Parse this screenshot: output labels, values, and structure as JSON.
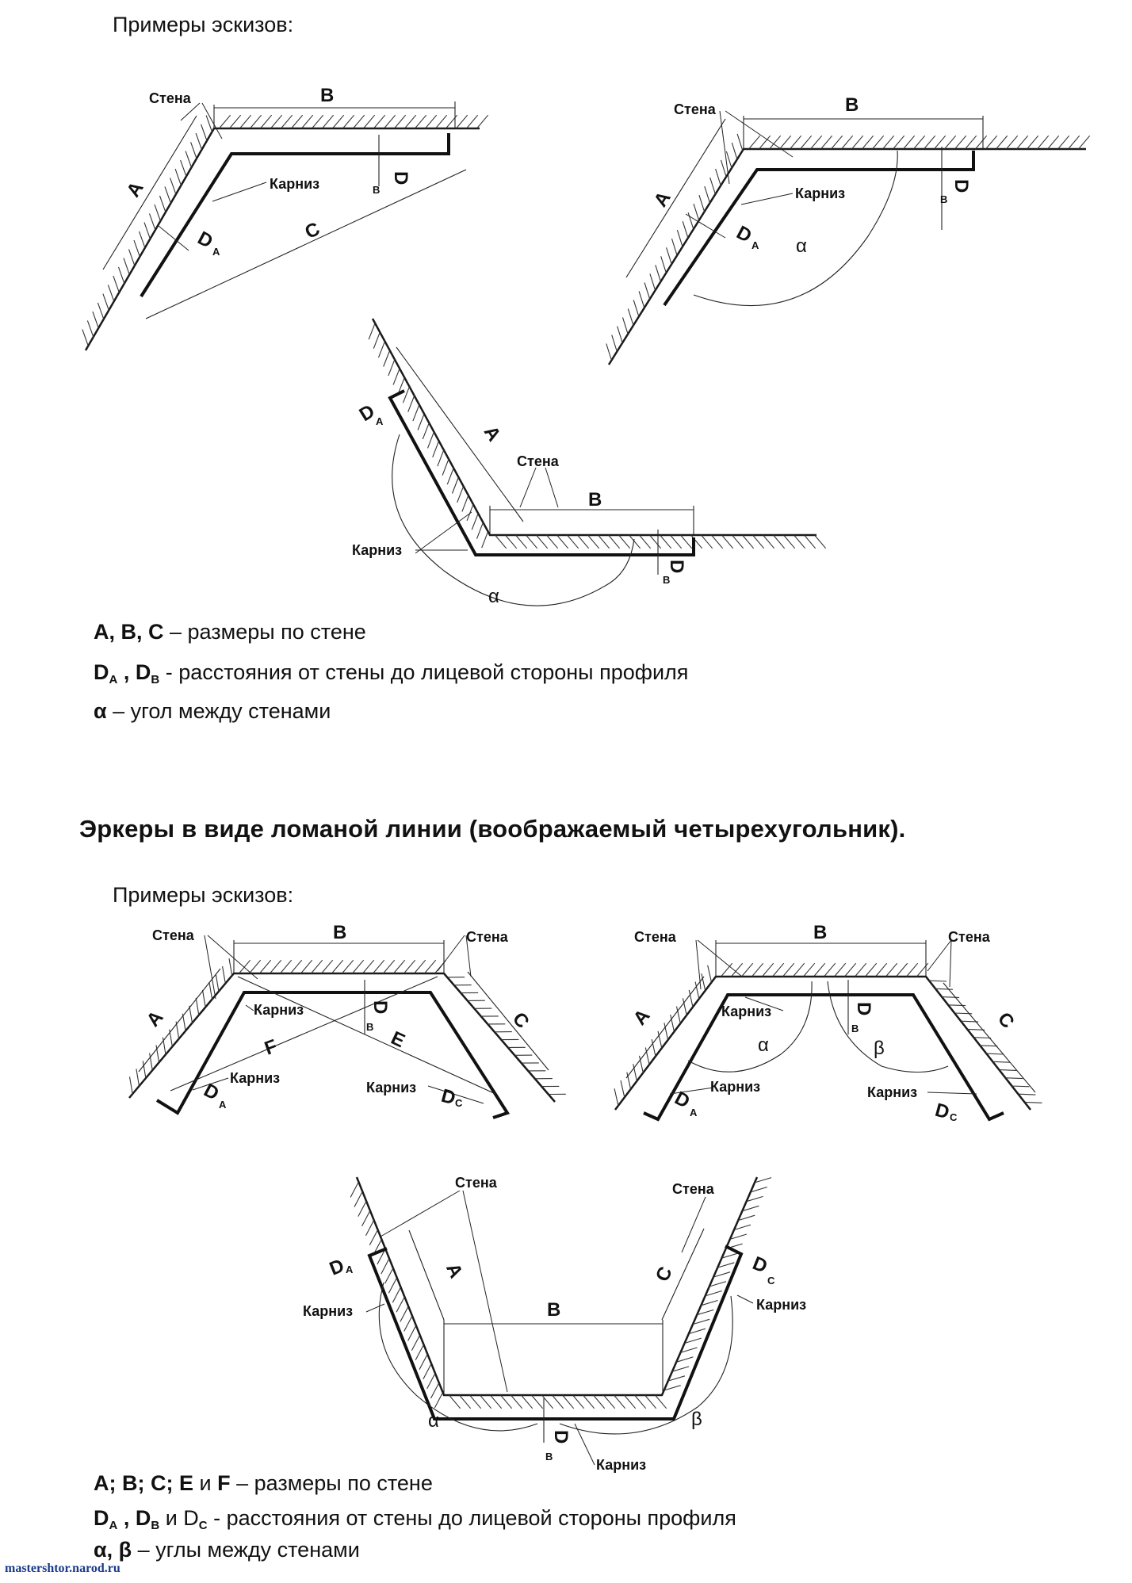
{
  "top_section": {
    "subtitle": "Примеры эскизов:",
    "legend": {
      "line1_bold": "A, B, C",
      "line1_text": " – размеры по стене",
      "line2_d": "D",
      "line2_sub_a": "A",
      "line2_sep": " , D",
      "line2_sub_b": "B",
      "line2_text": "  - расстояния от стены до лицевой стороны профиля",
      "line3_bold": "α",
      "line3_text": " – угол между стенами"
    }
  },
  "bottom_section": {
    "title": "Эркеры  в виде ломаной линии (воображаемый  четырехугольник).",
    "subtitle": "Примеры эскизов:",
    "legend": {
      "line1_bold": "A; B; C; E",
      "line1_mid": " и ",
      "line1_bold2": "F",
      "line1_text": " – размеры по стене",
      "line2_d": "D",
      "line2_sub_a": "A",
      "line2_sep": " , D",
      "line2_sub_b": "B",
      "line2_mid": "  и D",
      "line2_sub_c": "C",
      "line2_text": " - расстояния от стены до лицевой стороны профиля",
      "line3_bold": "α, β",
      "line3_text": " – углы между стенами"
    }
  },
  "labels": {
    "wall": "Стена",
    "cornice": "Карниз",
    "a": "A",
    "b": "B",
    "c": "C",
    "d": "D",
    "e": "E",
    "f": "F",
    "sub_a": "A",
    "sub_b": "B",
    "sub_c": "C",
    "alpha": "α",
    "beta": "β"
  },
  "footer": "mastershtor.narod.ru"
}
